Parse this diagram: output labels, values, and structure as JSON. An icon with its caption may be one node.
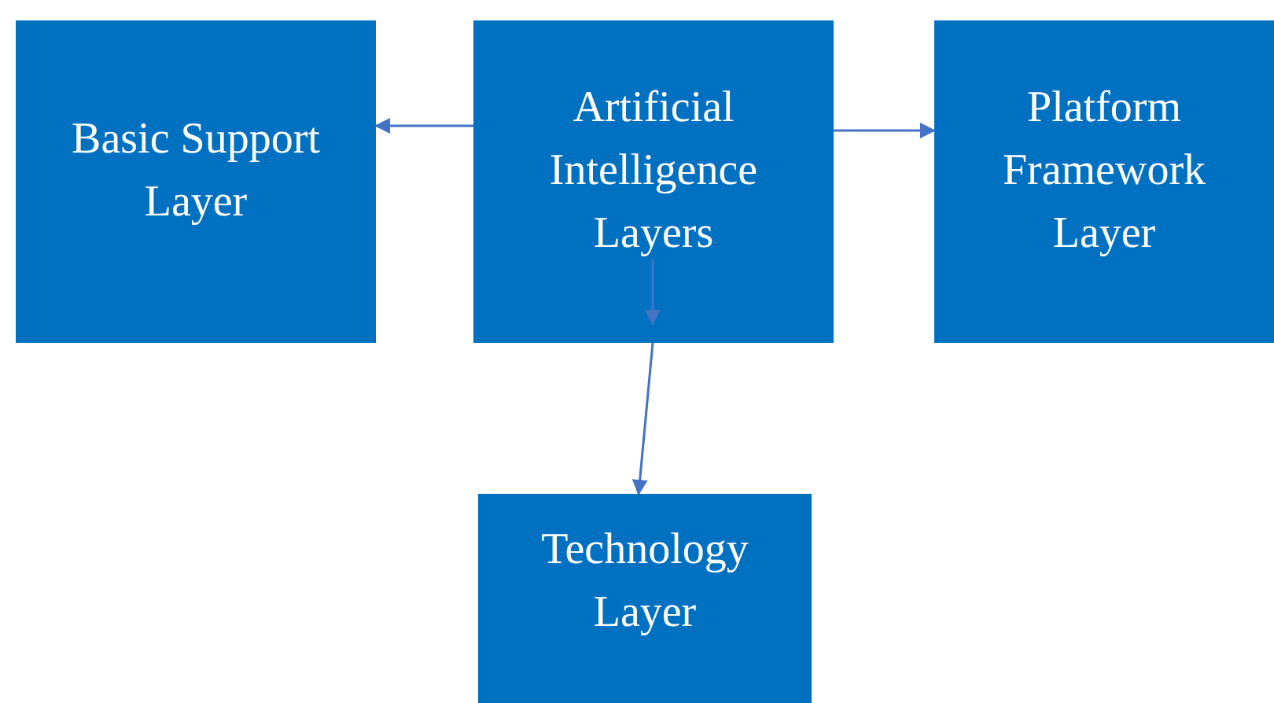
{
  "diagram": {
    "nodes": [
      {
        "text": [
          "Artificial Intelligence Layers"
        ]
      },
      {
        "text": [
          "Basic Support Layer"
        ]
      },
      {
        "text": [
          "Platform Framework Layer"
        ]
      },
      {
        "text": [
          "Technology Layer"
        ]
      }
    ],
    "edges": [
      {
        "from": 0,
        "to": 1,
        "arrow": "to"
      },
      {
        "from": 0,
        "to": 2,
        "arrow": "to"
      },
      {
        "from": 0,
        "to": 3,
        "arrow": "to"
      }
    ]
  }
}
